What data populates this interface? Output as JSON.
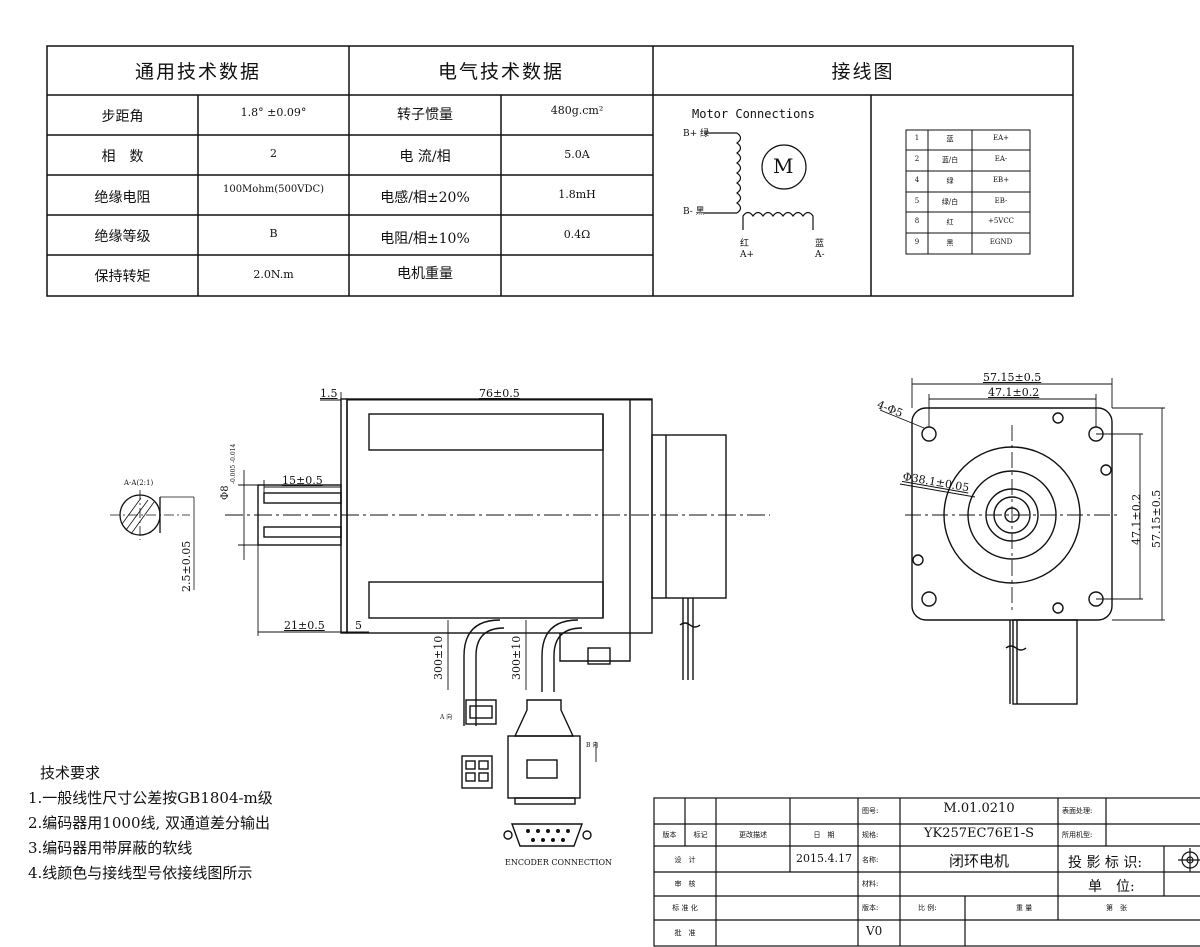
{
  "spec_table": {
    "headers": {
      "general": "通用技术数据",
      "electrical": "电气技术数据",
      "wiring": "接线图"
    },
    "rows": [
      {
        "label": "步距角",
        "value": "1.8° ±0.09°",
        "elabel": "转子惯量",
        "evalue": "480g.cm²"
      },
      {
        "label": "相　数",
        "value": "2",
        "elabel": "电 流/相",
        "evalue": "5.0A"
      },
      {
        "label": "绝缘电阻",
        "value": "100Mohm(500VDC)",
        "elabel": "电感/相±20%",
        "evalue": "1.8mH"
      },
      {
        "label": "绝缘等级",
        "value": "B",
        "elabel": "电阻/相±10%",
        "evalue": "0.4Ω"
      },
      {
        "label": "保持转矩",
        "value": "2.0N.m",
        "elabel": "电机重量",
        "evalue": ""
      }
    ]
  },
  "motor_connections": {
    "title": "Motor Connections",
    "motor_symbol": "M",
    "b_plus": "B+ 绿",
    "b_minus": "B- 黑",
    "a_plus_color": "红",
    "a_plus": "A+",
    "a_minus_color": "蓝",
    "a_minus": "A-"
  },
  "encoder_pins": [
    {
      "pin": "1",
      "color": "蓝",
      "signal": "EA+"
    },
    {
      "pin": "2",
      "color": "蓝/白",
      "signal": "EA-"
    },
    {
      "pin": "4",
      "color": "绿",
      "signal": "EB+"
    },
    {
      "pin": "5",
      "color": "绿/白",
      "signal": "EB-"
    },
    {
      "pin": "8",
      "color": "红",
      "signal": "+5VCC"
    },
    {
      "pin": "9",
      "color": "黑",
      "signal": "EGND"
    }
  ],
  "drawing": {
    "dim_flange": "1.5",
    "dim_length": "76±0.5",
    "dim_shaft_ext": "15±0.5",
    "dim_shaft_base": "21±0.5",
    "dim_step": "5",
    "dim_shaft_dia": "Φ8",
    "dim_shaft_tol": "-0.005 -0.014",
    "section_label": "A-A(2:1)",
    "dim_flat": "2.5±0.05",
    "cable1_len": "300±10",
    "cable2_len": "300±10",
    "a_dir": "A 向",
    "b_dir": "B 向",
    "encoder_connection": "ENCODER CONNECTION",
    "dim_outer": "57.15±0.5",
    "dim_hole_spacing": "47.1±0.2",
    "dim_holes": "4-Φ5",
    "dim_boss": "Φ38.1±0.05",
    "dim_v_spacing": "47.1±0.2",
    "dim_v_outer": "57.15±0.5"
  },
  "tech_requirements": {
    "title": "技术要求",
    "items": [
      "1.一般线性尺寸公差按GB1804-m级",
      "2.编码器用1000线, 双通道差分输出",
      "3.编码器用带屏蔽的软线",
      "4.线颜色与接线型号依接线图所示"
    ]
  },
  "title_block": {
    "version_mark": "版本",
    "mark": "标记",
    "change_desc": "更改描述",
    "date_label": "日　期",
    "design": "设　计",
    "check": "审　核",
    "standardize": "标 准 化",
    "approve": "批　准",
    "date": "2015.4.17",
    "drawing_no_label": "图号:",
    "drawing_no": "M.01.0210",
    "model_label": "规格:",
    "model": "YK257EC76E1-S",
    "name_label": "名称:",
    "name": "闭环电机",
    "material_label": "材料:",
    "version_label": "版本:",
    "version": "V0",
    "surface_label": "表面处理:",
    "used_on_label": "所用机型:",
    "projection_label": "投 影 标 识:",
    "unit_label": "单　位:",
    "scale_label": "比 例:",
    "weight_label": "重 量",
    "sheet_label": "第　张"
  }
}
